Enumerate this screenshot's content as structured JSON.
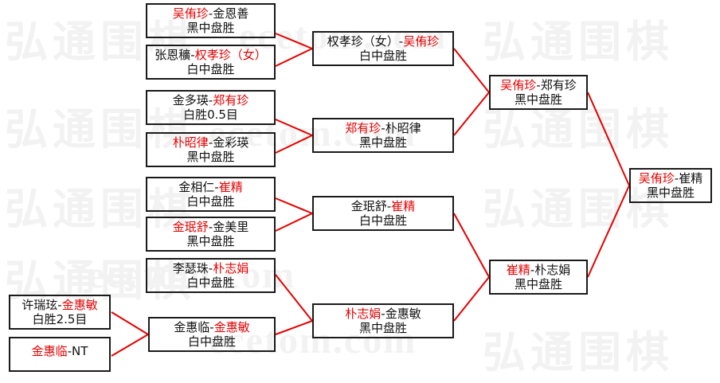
{
  "watermark": {
    "text_cn": "弘通围棋",
    "text_en": "ecetom.com",
    "color": "#f2f2f2"
  },
  "colors": {
    "winner": "#e60000",
    "connector": "#e60000",
    "box_border": "#1a1a1a",
    "text": "#111111",
    "background": "#ffffff"
  },
  "chart_data": {
    "type": "bracket",
    "title": "",
    "rounds": 4,
    "orientation": "left-to-right"
  },
  "bracket": {
    "round1": [
      {
        "id": "r1-m1",
        "left": "吴侑珍",
        "sep": "-",
        "right": "金恩善",
        "winner_side": "left",
        "result": "黑中盘胜"
      },
      {
        "id": "r1-m2",
        "left": "张恩穬",
        "sep": "-",
        "right": "权孝珍（女）",
        "winner_side": "right",
        "result": "白中盘胜"
      },
      {
        "id": "r1-m3",
        "left": "金多瑛",
        "sep": "-",
        "right": "郑有珍",
        "winner_side": "right",
        "result": "白胜0.5目"
      },
      {
        "id": "r1-m4",
        "left": "朴昭律",
        "sep": "-",
        "right": "金彩瑛",
        "winner_side": "left",
        "result": "黑中盘胜"
      },
      {
        "id": "r1-m5",
        "left": "金相仁",
        "sep": "-",
        "right": "崔精",
        "winner_side": "right",
        "result": "白中盘胜"
      },
      {
        "id": "r1-m6",
        "left": "金珉舒",
        "sep": "-",
        "right": "金美里",
        "winner_side": "left",
        "result": "黑中盘胜"
      },
      {
        "id": "r1-m7",
        "left": "李瑟珠",
        "sep": "-",
        "right": "朴志娟",
        "winner_side": "right",
        "result": "白中盘胜"
      },
      {
        "id": "r1-m8",
        "left": "许瑞玹",
        "sep": "-",
        "right": "金惠敏",
        "winner_side": "right",
        "result": "白胜2.5目"
      },
      {
        "id": "r1-m9",
        "left": "金惠临",
        "sep": "-",
        "right": "NT",
        "winner_side": "left",
        "result": ""
      }
    ],
    "round2": [
      {
        "id": "r2-m1",
        "left": "权孝珍（女）",
        "sep": "-",
        "right": "吴侑珍",
        "winner_side": "right",
        "result": "白中盘胜"
      },
      {
        "id": "r2-m2",
        "left": "郑有珍",
        "sep": "-",
        "right": "朴昭律",
        "winner_side": "left",
        "result": "黑中盘胜"
      },
      {
        "id": "r2-m3",
        "left": "金珉舒",
        "sep": "-",
        "right": "崔精",
        "winner_side": "right",
        "result": "白中盘胜"
      },
      {
        "id": "r2-m4",
        "left": "金惠临",
        "sep": "-",
        "right": "金惠敏",
        "winner_side": "right",
        "result": "白中盘胜"
      },
      {
        "id": "r2-m5",
        "left": "朴志娟",
        "sep": "-",
        "right": "金惠敏",
        "winner_side": "left",
        "result": "黑中盘胜"
      }
    ],
    "round3": [
      {
        "id": "r3-m1",
        "left": "吴侑珍",
        "sep": "-",
        "right": "郑有珍",
        "winner_side": "left",
        "result": "黑中盘胜"
      },
      {
        "id": "r3-m2",
        "left": "崔精",
        "sep": "-",
        "right": "朴志娟",
        "winner_side": "left",
        "result": "黑中盘胜"
      }
    ],
    "final": [
      {
        "id": "f-m1",
        "left": "吴侑珍",
        "sep": "-",
        "right": "崔精",
        "winner_side": "left",
        "result": "黑中盘胜"
      }
    ]
  }
}
